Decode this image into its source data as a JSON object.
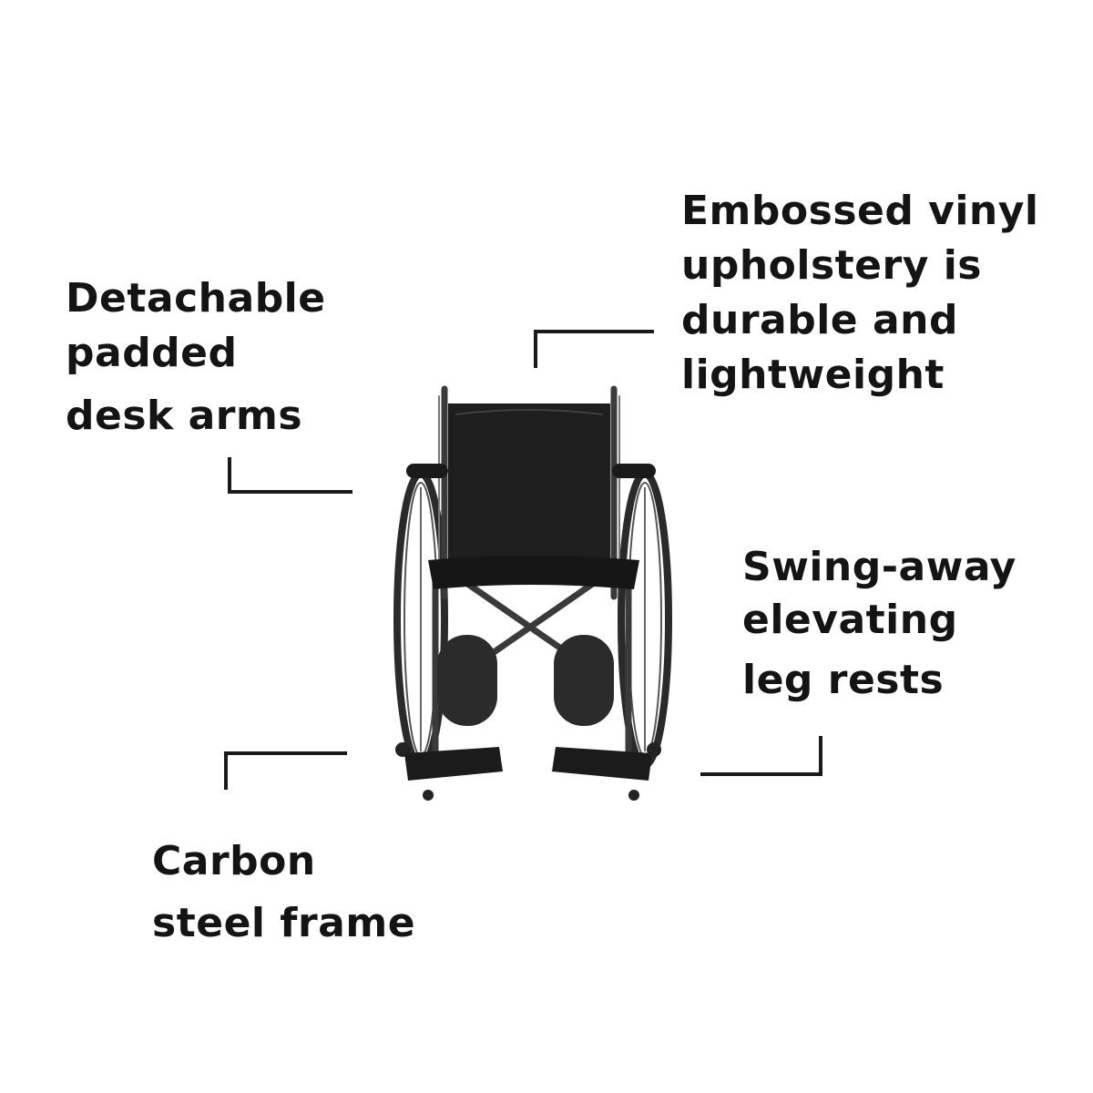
{
  "features": {
    "upholstery": [
      "Embossed vinyl",
      "upholstery is",
      "durable and",
      "lightweight"
    ],
    "arms": [
      "Detachable",
      "padded",
      "desk arms"
    ],
    "legrests": [
      "Swing-away",
      "elevating",
      "leg rests"
    ],
    "frame": [
      "Carbon",
      "steel frame"
    ]
  },
  "colors": {
    "text": "#141414",
    "callout_line": "#1a1a1a",
    "background": "#ffffff"
  }
}
